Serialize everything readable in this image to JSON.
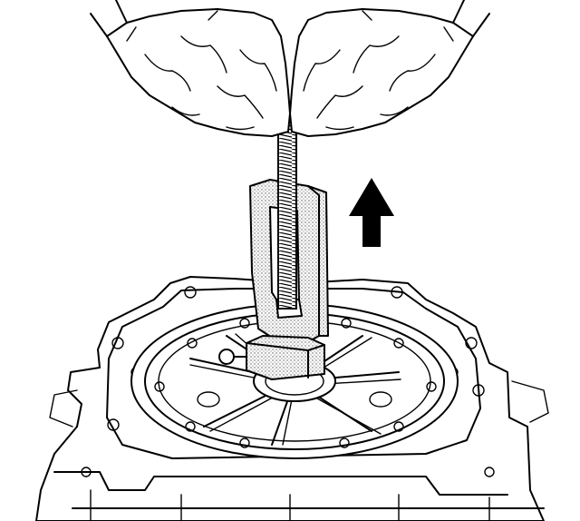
{
  "figure": {
    "parts": [
      "hands",
      "threaded-rod",
      "puller-tool",
      "pull-direction-arrow",
      "pump-housing",
      "transmission-case"
    ],
    "colors": {
      "ink": "#000000",
      "paper": "#ffffff",
      "stipple": "#9a9a9a"
    }
  }
}
